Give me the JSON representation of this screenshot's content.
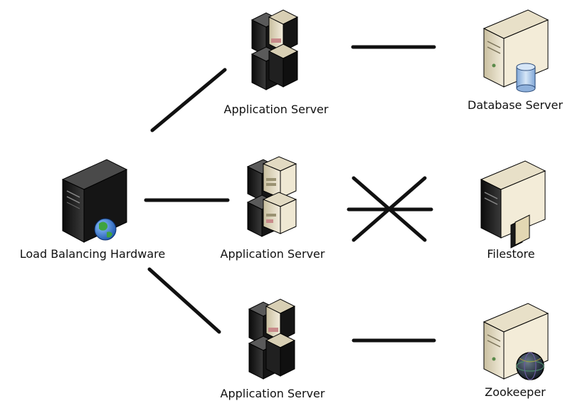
{
  "nodes": {
    "load_balancer": {
      "label": "Load Balancing Hardware",
      "icon": "server-tower-globe-icon"
    },
    "app_server_top": {
      "label": "Application Server",
      "icon": "server-rack-icon"
    },
    "app_server_middle": {
      "label": "Application Server",
      "icon": "server-rack-icon"
    },
    "app_server_bottom": {
      "label": "Application Server",
      "icon": "server-rack-icon"
    },
    "database_server": {
      "label": "Database Server",
      "icon": "server-database-icon"
    },
    "filestore": {
      "label": "Filestore",
      "icon": "server-folder-icon"
    },
    "zookeeper": {
      "label": "Zookeeper",
      "icon": "server-globe-icon"
    }
  },
  "connections": [
    {
      "from": "load_balancer",
      "to": "app_server_top",
      "status": "connected"
    },
    {
      "from": "load_balancer",
      "to": "app_server_middle",
      "status": "connected"
    },
    {
      "from": "load_balancer",
      "to": "app_server_bottom",
      "status": "connected"
    },
    {
      "from": "app_server_top",
      "to": "database_server",
      "status": "connected"
    },
    {
      "from": "app_server_middle",
      "to": "filestore",
      "status": "blocked"
    },
    {
      "from": "app_server_bottom",
      "to": "zookeeper",
      "status": "connected"
    }
  ],
  "colors": {
    "line": "#111111",
    "server_light": "#e9e2cf",
    "server_shade": "#bdb396",
    "server_dark": "#1a1a1a",
    "globe_blue": "#2a6cc8",
    "globe_green": "#3fa33f",
    "db_blue": "#a9c6e8",
    "disk_pink": "#c88a8a"
  }
}
